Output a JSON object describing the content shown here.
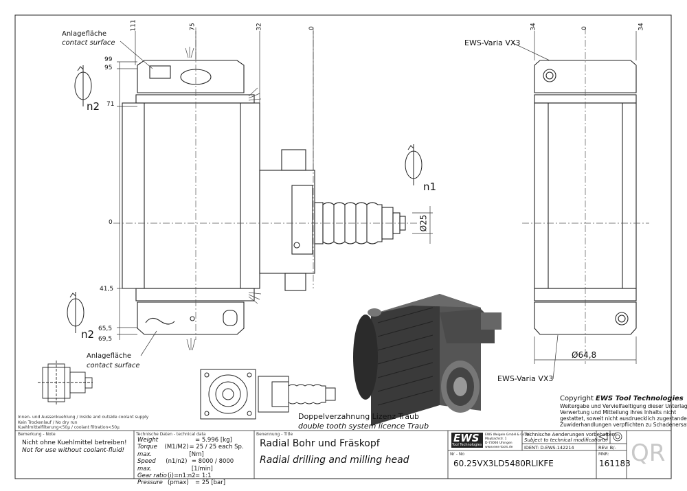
{
  "drawing": {
    "dims_left_top": [
      "111",
      "75",
      "32",
      "0"
    ],
    "dims_right_top": [
      "34",
      "0",
      "34"
    ],
    "dims_left_side": [
      "99",
      "95",
      "71",
      "0",
      "41,5",
      "65,5",
      "69,5"
    ],
    "dia_shaft": "Ø25",
    "dia_body": "Ø64,8",
    "n1": "n1",
    "n2_top": "n2",
    "n2_bottom": "n2",
    "contact_top_de": "Anlagefläche",
    "contact_top_en": "contact surface",
    "contact_bottom_de": "Anlagefläche",
    "contact_bottom_en": "contact surface",
    "varia_top": "EWS-Varia VX3",
    "varia_bottom": "EWS-Varia VX3",
    "licence_de": "Doppelverzahnung Lizenz Traub",
    "licence_en": "double tooth system licence Traub",
    "coolant_1": "Innen- und Aussenkuehlung / Inside and outside coolant supply",
    "coolant_2": "Kein Trockenlauf / No dry run",
    "coolant_3": "Kuehlmittelfilterung<50μ / coolant filtration<50μ"
  },
  "copyright": {
    "title_prefix": "Copyright ",
    "title_brand": "EWS Tool Technologies",
    "line1": "Weitergabe und Vervielfaeltigung dieser Unterlage,",
    "line2": "Verwertung und Mitteilung ihres Inhalts nicht",
    "line3": "gestattet, soweit nicht ausdruecklich zugestanden.",
    "line4": "Zuwiderhandlungen verpflichten zu Schadenersatz."
  },
  "titleblock": {
    "note_header": "Bemerkung - Note",
    "note_de": "Nicht ohne Kuehlmittel betreiben!",
    "note_en": "Not for use without coolant-fluid!",
    "tech_header": "Technische Daten - technical data",
    "tech_rows": [
      {
        "label": "Weight",
        "unit": "",
        "value": "=  5.996 [kg]"
      },
      {
        "label": "Torque max.",
        "unit": "(M1/M2)",
        "value": "=  25 / 25 each Sp. [Nm]"
      },
      {
        "label": "Speed max.",
        "unit": "(n1/n2)",
        "value": "=  8000 / 8000 [1/min]"
      },
      {
        "label": "Gear ratio",
        "unit": "(i)=n1:n2",
        "value": "=  1:1"
      },
      {
        "label": "Pressure",
        "unit": "(pmax)",
        "value": "=  25 [bar]"
      }
    ],
    "name_header": "Benennung - Title",
    "title_de": "Radial Bohr und Fräskopf",
    "title_en": "Radial drilling and milling head",
    "logo": "EWS",
    "logo_sub": "Tool Technologies",
    "company_1": "EWS Weigele GmbH & Co. KG",
    "company_2": "Maybachstr. 1",
    "company_3": "D-73066 Uhingen",
    "company_4": "www.ews-tools.de",
    "changes_de": "Technische Aenderungen vorbehalten!",
    "changes_en": "Subject to technical modifications!",
    "ident": "IDENT:  D-EWS-142214",
    "rev": "REV:  B/-",
    "nr_header": "Nr - No",
    "part_no": "60.25VX3LD5480RLIKFE",
    "mnr_header": "MNR:",
    "mnr": "161183",
    "qr": "QR"
  }
}
